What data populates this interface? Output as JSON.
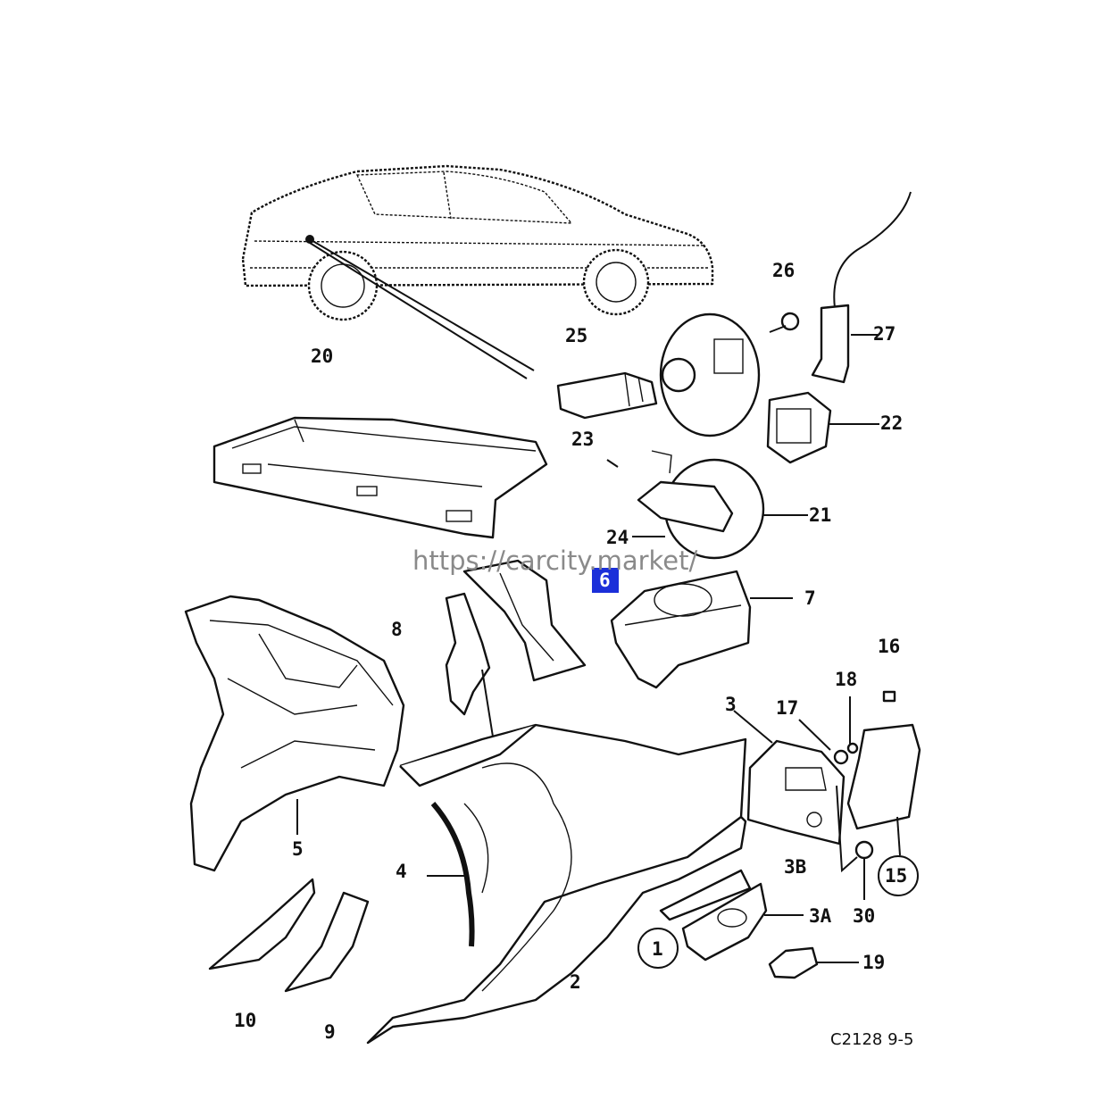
{
  "diagram": {
    "watermark": "https://carcity.market/",
    "drawing_code": "C2128 9-5",
    "highlighted_callout": "6",
    "callouts": {
      "c1": "1",
      "c2": "2",
      "c3": "3",
      "c3a": "3A",
      "c3b": "3B",
      "c4": "4",
      "c5": "5",
      "c6": "6",
      "c7": "7",
      "c8": "8",
      "c9": "9",
      "c10": "10",
      "c15": "15",
      "c16": "16",
      "c17": "17",
      "c18": "18",
      "c19": "19",
      "c20": "20",
      "c21": "21",
      "c22": "22",
      "c23": "23",
      "c24": "24",
      "c25": "25",
      "c26": "26",
      "c27": "27",
      "c30": "30"
    },
    "colors": {
      "line": "#111111",
      "highlight": "#1b2fd9",
      "watermark": "#8a8a8a"
    }
  }
}
